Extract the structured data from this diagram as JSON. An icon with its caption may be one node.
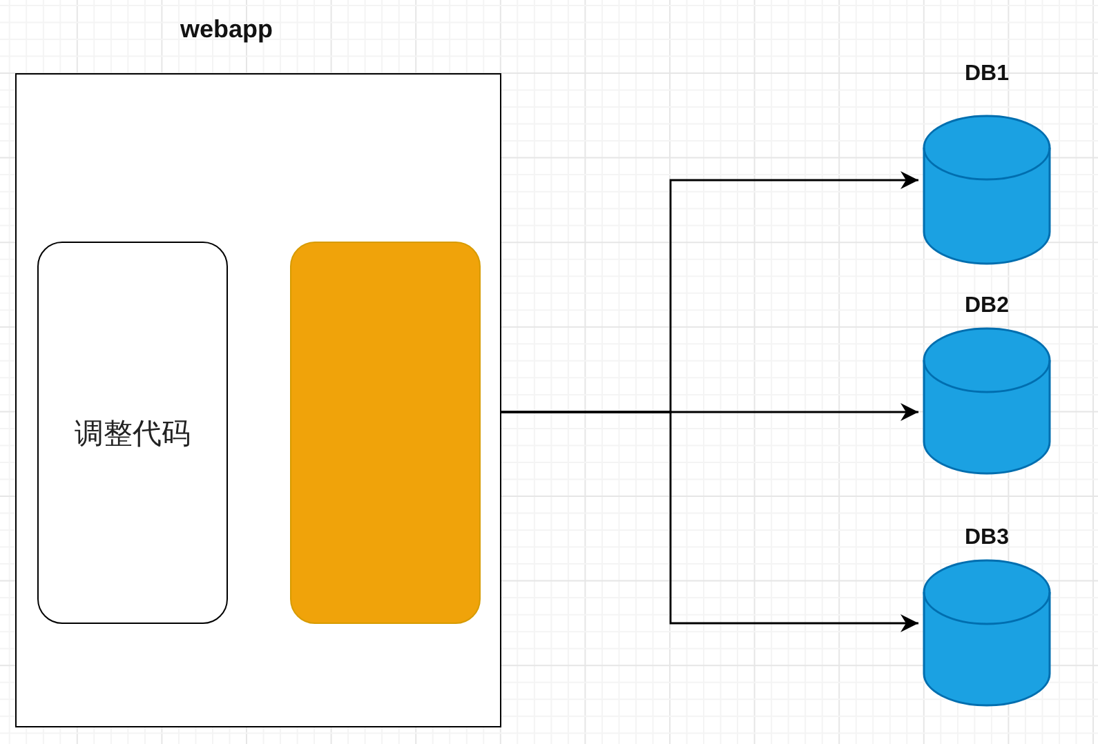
{
  "diagram": {
    "nodes": [
      {
        "text": [
          "webapp"
        ]
      },
      {
        "text": [
          "调整代码"
        ],
        "in": 0
      },
      {
        "text": [],
        "shape": "box",
        "in": 0
      },
      {
        "text": [
          "DB1"
        ]
      },
      {
        "text": [
          "DB2"
        ]
      },
      {
        "text": [
          "DB3"
        ]
      }
    ],
    "edges": [
      {
        "from": 0,
        "to": 3,
        "arrow": "to"
      },
      {
        "from": 0,
        "to": 4,
        "arrow": "to"
      },
      {
        "from": 0,
        "to": 5,
        "arrow": "to"
      }
    ]
  }
}
